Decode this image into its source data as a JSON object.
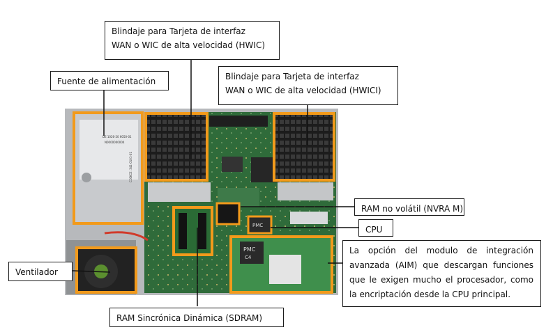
{
  "labels": {
    "hwic_top_line1": "Blindaje para Tarjeta de interfaz",
    "hwic_top_line2": "WAN o WIC de alta velocidad (HWIC)",
    "hwic_right_line1": "Blindaje para Tarjeta de interfaz",
    "hwic_right_line2": "WAN o WIC de alta velocidad (HWICI)",
    "power_supply": "Fuente de alimentación",
    "nvram": "RAM no volátil (NVRA M)",
    "cpu": "CPU",
    "fan": "Ventilador",
    "aim": "La opción del modulo de integración avanzada (AIM) que descargan funciones que le exigen mucho el procesador, como la encriptación desde la CPU principal.",
    "sdram": "RAM Sincrónica Dinámica (SDRAM)"
  },
  "board_markings": {
    "psu_line1": "DE 1026-20 6050-01",
    "psu_line2": "N0000000004",
    "psu_side": "CODICE: 341-0101-01",
    "chip_cpu": "PMC",
    "chip_aim_line1": "PMC",
    "chip_aim_line2": "C4"
  },
  "colors": {
    "highlight": "#f29a1b",
    "board": "#2f6b3a",
    "background": "#ffffff",
    "callout_border": "#1a1a1a"
  }
}
